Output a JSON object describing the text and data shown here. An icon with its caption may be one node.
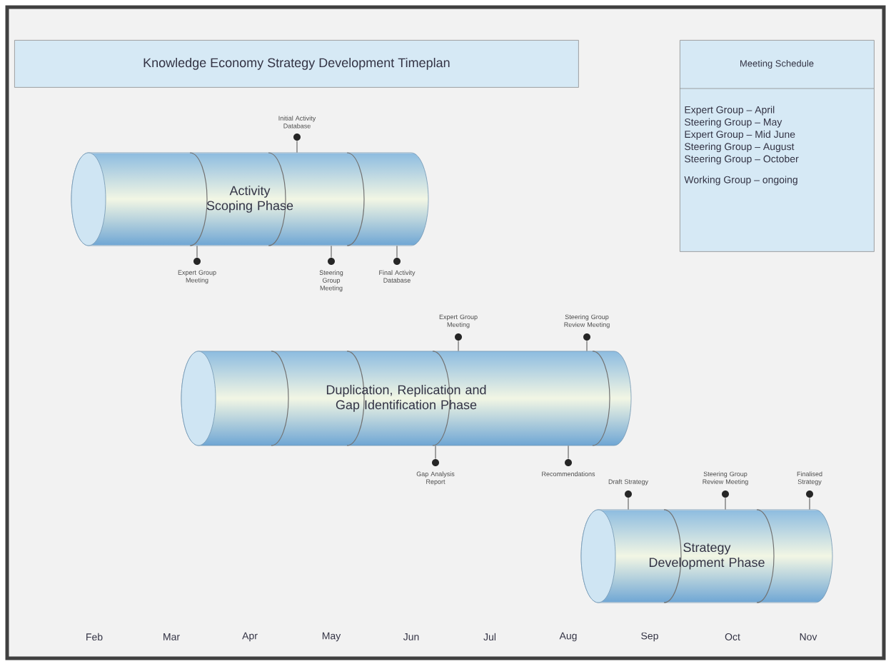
{
  "diagram": {
    "title": "Knowledge Economy Strategy Development Timeplan",
    "nodes": [
      {
        "text": [
          "Meeting Schedule",
          "Expert Group – April",
          "Steering Group – May",
          "Expert Group – Mid June",
          "Steering Group – August",
          "Steering Group – October",
          "Working Group – ongoing"
        ]
      },
      {
        "text": [],
        "shape": "circle",
        "beside": [
          "Initial Activity Database"
        ]
      },
      {
        "text": [
          "Activity Scoping Phase"
        ]
      },
      {
        "text": [],
        "shape": "circle",
        "beside": [
          "Expert Group Meeting"
        ]
      },
      {
        "text": [],
        "shape": "circle",
        "beside": [
          "Steering Group Meeting"
        ]
      },
      {
        "text": [],
        "shape": "circle",
        "beside": [
          "Final Activity Database"
        ]
      },
      {
        "text": [],
        "shape": "circle",
        "beside": [
          "Expert Group Meeting"
        ]
      },
      {
        "text": [],
        "shape": "circle",
        "beside": [
          "Steering Group Review Meeting"
        ]
      },
      {
        "text": [
          "Duplication, Replication and Gap Identification Phase"
        ]
      },
      {
        "text": [],
        "shape": "circle",
        "beside": [
          "Gap Analysis Report"
        ]
      },
      {
        "text": [],
        "shape": "circle",
        "beside": [
          "Recommendations"
        ]
      },
      {
        "text": [],
        "shape": "circle",
        "beside": [
          "Draft Strategy"
        ]
      },
      {
        "text": [],
        "shape": "circle",
        "beside": [
          "Steering Group Review Meeting"
        ]
      },
      {
        "text": [],
        "shape": "circle",
        "beside": [
          "Finalised Strategy"
        ]
      },
      {
        "text": [
          "Strategy Development Phase"
        ]
      }
    ],
    "edges": [
      {
        "from": 1,
        "to": 2,
        "arrow": "none"
      },
      {
        "from": 3,
        "to": 2,
        "arrow": "none"
      },
      {
        "from": 4,
        "to": 2,
        "arrow": "none"
      },
      {
        "from": 5,
        "to": 2,
        "arrow": "none"
      },
      {
        "from": 6,
        "to": 8,
        "arrow": "none"
      },
      {
        "from": 7,
        "to": 8,
        "arrow": "none"
      },
      {
        "from": 9,
        "to": 8,
        "arrow": "none"
      },
      {
        "from": 10,
        "to": 8,
        "arrow": "none"
      },
      {
        "from": 11,
        "to": 14,
        "arrow": "none"
      },
      {
        "from": 12,
        "to": 14,
        "arrow": "none"
      },
      {
        "from": 13,
        "to": 14,
        "arrow": "none"
      }
    ],
    "labels": [
      "Feb",
      "Mar",
      "Apr",
      "May",
      "Jun",
      "Jul",
      "Aug",
      "Sep",
      "Oct",
      "Nov"
    ]
  }
}
